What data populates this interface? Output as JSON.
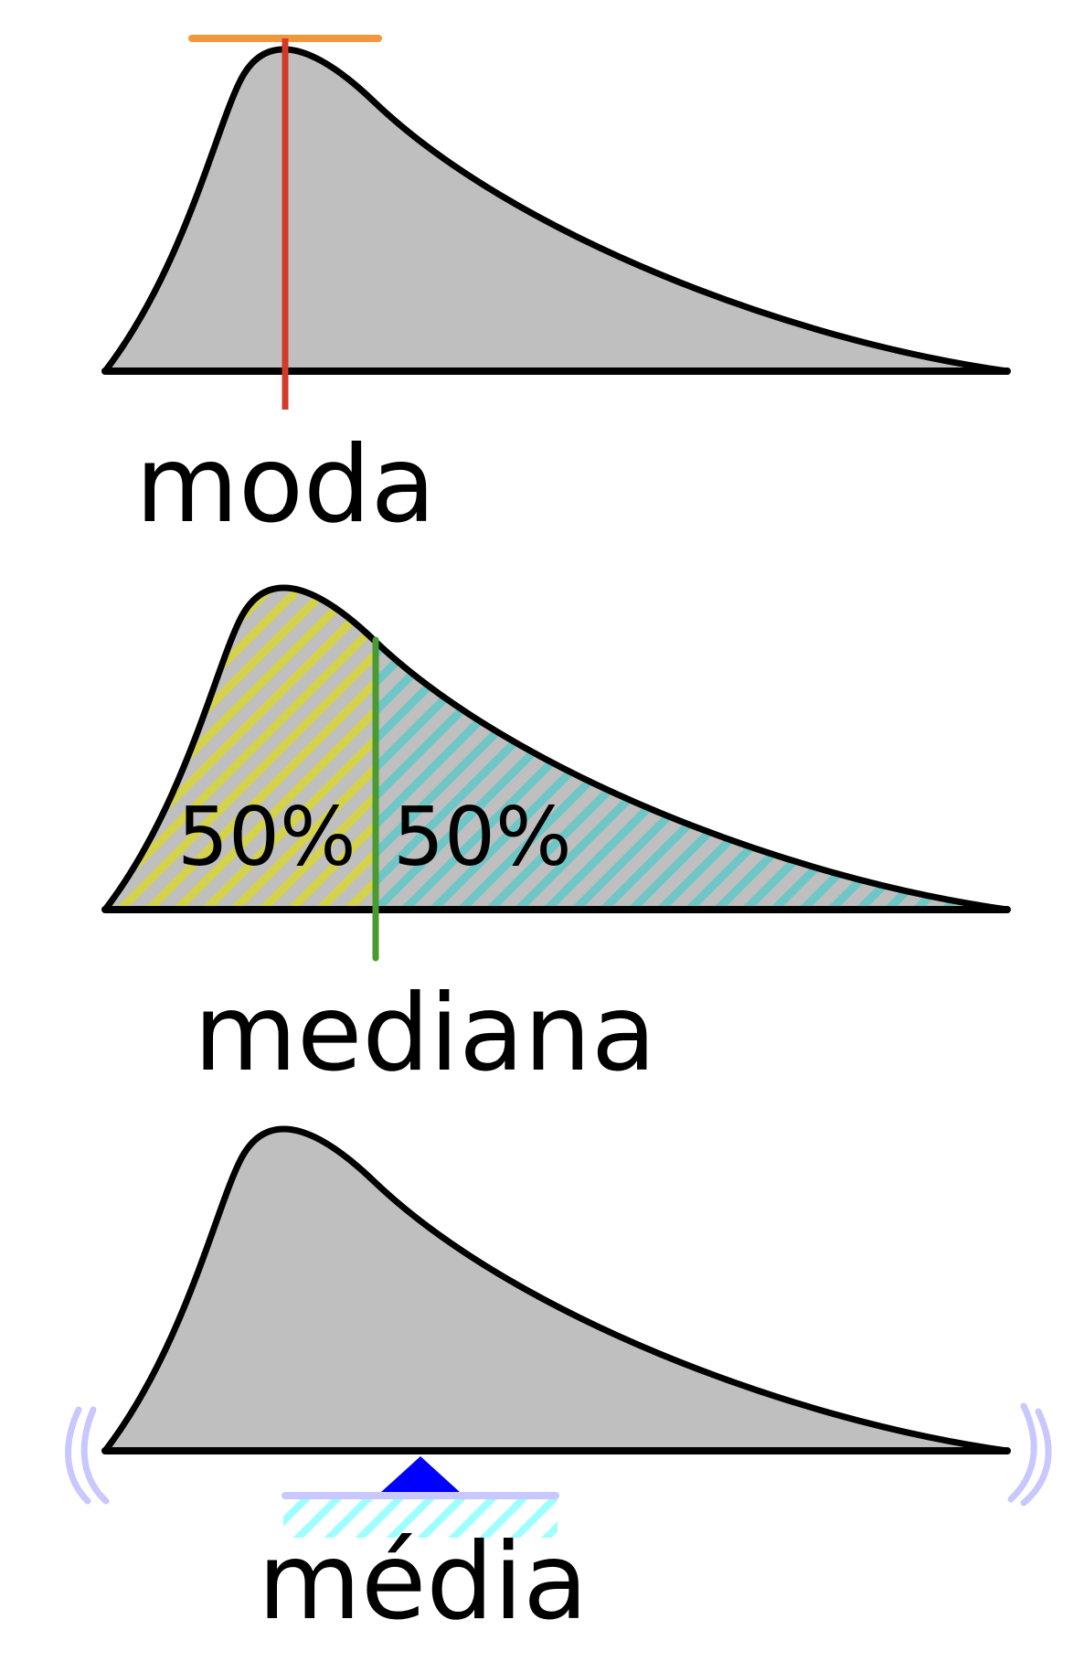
{
  "labels": {
    "mode": "moda",
    "median": "mediana",
    "mean": "média",
    "left_half": "50%",
    "right_half": "50%"
  },
  "colors": {
    "curve_fill": "#bfbfbf",
    "curve_stroke": "#000000",
    "mode_line": "#d33a2a",
    "mode_peak": "#f3983a",
    "median_line": "#4b9a31",
    "left_hatch": "#d4d24a",
    "right_hatch": "#6fc6c6",
    "fulcrum": "#0000ff",
    "fulcrum_base": "#c8c8ff",
    "ground_hatch": "#9fffff",
    "balance_marks": "#c8c8ff"
  }
}
